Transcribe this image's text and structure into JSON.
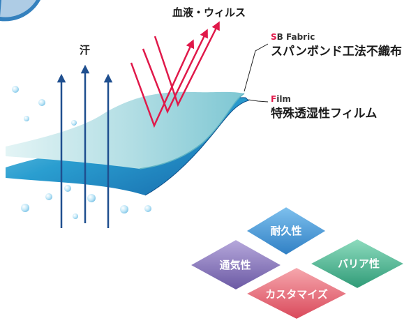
{
  "labels": {
    "sweat": "汗",
    "blood_virus": "血液・ウィルス",
    "sb_initial": "S",
    "sb_rest": "B Fabric",
    "sb_name": "スパンボンド工法不織布",
    "film_initial": "F",
    "film_rest": "ilm",
    "film_name": "特殊透湿性フィルム"
  },
  "features": {
    "top": "耐久性",
    "left": "通気性",
    "right": "バリア性",
    "bottom": "カスタマイズ"
  },
  "colors": {
    "arrow_blue": "#1f4f8f",
    "arrow_red": "#e0194a",
    "top_sheet": "#bfe3e8",
    "bottom_sheet": "#2a8fc2",
    "diamond_blue": "#3b8fd0",
    "diamond_purple": "#7d6cb0",
    "diamond_green": "#3aa886",
    "diamond_red": "#e0606e"
  }
}
